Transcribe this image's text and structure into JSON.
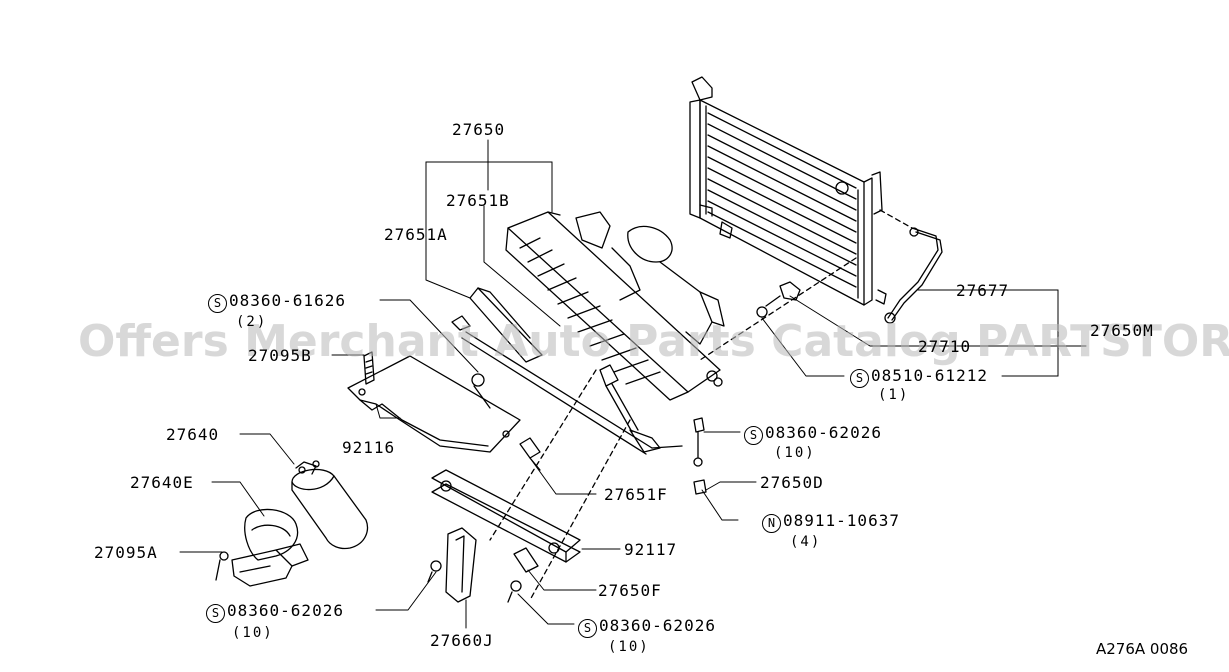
{
  "watermark": "Offers Merchant Auto Parts Catalog PARTSTORE.SA",
  "figure_code": "A276A 0086",
  "symbols": {
    "s": "S",
    "n": "N"
  },
  "labels": {
    "p27650": "27650",
    "p27651b": "27651B",
    "p27651a": "27651A",
    "s0836061626": "08360-61626",
    "q0836061626": "(2)",
    "p27095b": "27095B",
    "p92116": "92116",
    "p27640": "27640",
    "p27640e": "27640E",
    "p27095a": "27095A",
    "s0836062026_left": "08360-62026",
    "q0836062026_left": "(10)",
    "p27660j": "27660J",
    "s0836062026_bottom": "08360-62026",
    "q0836062026_bottom": "(10)",
    "p27650f": "27650F",
    "p92117": "92117",
    "p27651f": "27651F",
    "p27650d": "27650D",
    "s0836062026_right": "08360-62026",
    "q0836062026_right": "(10)",
    "n0891110637": "08911-10637",
    "q0891110637": "(4)",
    "p27677": "27677",
    "p27650m": "27650M",
    "p27710": "27710",
    "s0851061212": "08510-61212",
    "q0851061212": "(1)"
  }
}
